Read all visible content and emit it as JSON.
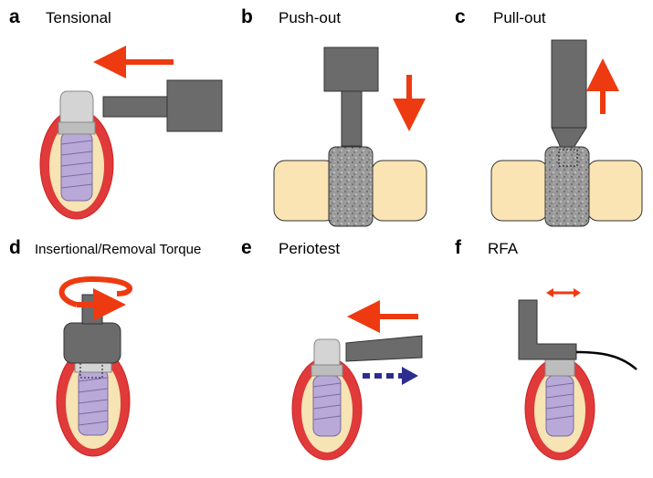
{
  "colors": {
    "metal": "#6b6b6b",
    "metal_dark": "#3a3a3a",
    "bone_outer": "#e03a3a",
    "bone_inner": "#f6e4b4",
    "implant": "#b9a9d9",
    "abutment": "#d4d4d4",
    "arrow_red": "#ee3a10",
    "arrow_blue": "#2d2d90",
    "specimen": "#8a8a8a",
    "cylinder": "#fbe4b3"
  },
  "panels": [
    {
      "letter": "a",
      "title": "Tensional"
    },
    {
      "letter": "b",
      "title": "Push-out"
    },
    {
      "letter": "c",
      "title": "Pull-out"
    },
    {
      "letter": "d",
      "title": "Insertional/Removal Torque"
    },
    {
      "letter": "e",
      "title": "Periotest"
    },
    {
      "letter": "f",
      "title": "RFA"
    }
  ]
}
